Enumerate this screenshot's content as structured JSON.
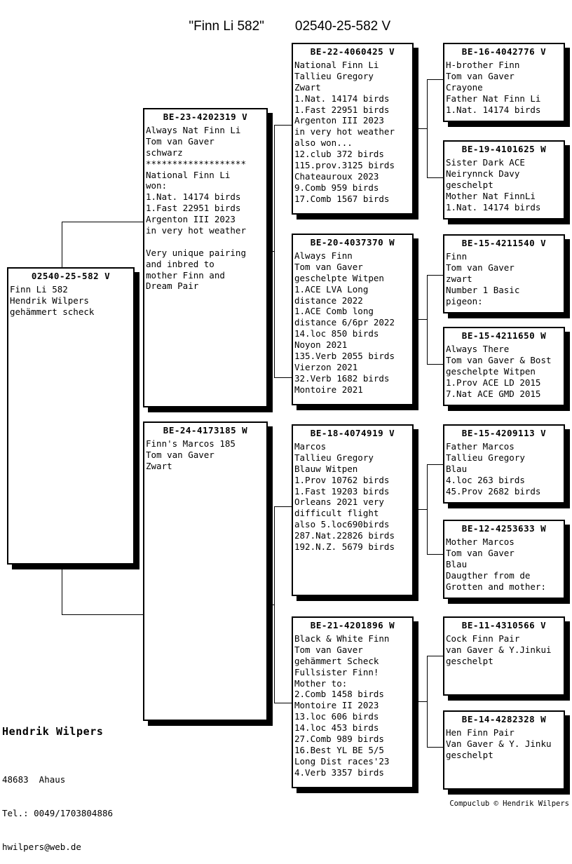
{
  "title": {
    "name": "\"Finn Li 582\"",
    "ring": "02540-25-582 V"
  },
  "footer": {
    "breeder": "Hendrik Wilpers",
    "address": "48683  Ahaus",
    "phone": "Tel.: 0049/1703804886",
    "email": "hwilpers@web.de",
    "copyright": "Compuclub © Hendrik Wilpers"
  },
  "subject": {
    "ring": "02540-25-582 V",
    "lines": [
      "Finn Li 582",
      "Hendrik Wilpers",
      "gehämmert scheck"
    ]
  },
  "gen2": [
    {
      "ring": "BE-23-4202319 V",
      "lines": [
        "Always Nat Finn Li",
        "Tom van Gaver",
        "schwarz",
        "*******************",
        "National Finn Li",
        "won:",
        "1.Nat. 14174 birds",
        "1.Fast 22951 birds",
        "Argenton III 2023",
        "in very hot weather",
        "",
        "Very unique pairing",
        "and inbred to",
        "mother Finn and",
        "Dream Pair"
      ]
    },
    {
      "ring": "BE-24-4173185 W",
      "lines": [
        "Finn's Marcos 185",
        "Tom van Gaver",
        "Zwart"
      ]
    }
  ],
  "gen3": [
    {
      "ring": "BE-22-4060425 V",
      "lines": [
        "National Finn Li",
        "Tallieu Gregory",
        "Zwart",
        "1.Nat. 14174 birds",
        "1.Fast 22951 birds",
        "Argenton III 2023",
        "in very hot weather",
        "also won...",
        "12.club 372 birds",
        "115.prov.3125 birds",
        "Chateauroux 2023",
        "9.Comb 959 birds",
        "17.Comb 1567 birds"
      ]
    },
    {
      "ring": "BE-20-4037370 W",
      "lines": [
        "Always Finn",
        "Tom van Gaver",
        "geschelpte Witpen",
        "1.ACE LVA Long",
        "distance 2022",
        "1.ACE Comb long",
        "distance 6/6pr 2022",
        "14.loc 850 birds",
        "Noyon 2021",
        "135.Verb 2055 birds",
        "Vierzon 2021",
        "32.Verb 1682 birds",
        "Montoire 2021"
      ]
    },
    {
      "ring": "BE-18-4074919 V",
      "lines": [
        "Marcos",
        "Tallieu Gregory",
        "Blauw Witpen",
        "1.Prov 10762 birds",
        "1.Fast 19203 birds",
        "Orleans 2021 very",
        "difficult flight",
        "also 5.loc690birds",
        "287.Nat.22826 birds",
        "192.N.Z. 5679 birds"
      ]
    },
    {
      "ring": "BE-21-4201896 W",
      "lines": [
        "Black & White Finn",
        "Tom van Gaver",
        "gehämmert Scheck",
        "Fullsister Finn!",
        "Mother to:",
        "2.Comb 1458 birds",
        "Montoire II 2023",
        "13.loc 606 birds",
        "14.loc 453 birds",
        "27.Comb 989 birds",
        "16.Best YL BE 5/5",
        "Long Dist races'23",
        "4.Verb 3357 birds"
      ]
    }
  ],
  "gen4": [
    {
      "ring": "BE-16-4042776 V",
      "lines": [
        "H-brother Finn",
        "Tom van Gaver",
        "Crayone",
        "Father Nat Finn Li",
        "1.Nat. 14174 birds"
      ]
    },
    {
      "ring": "BE-19-4101625 W",
      "lines": [
        "Sister Dark ACE",
        "Neirynnck Davy",
        "geschelpt",
        "Mother Nat FinnLi",
        "1.Nat. 14174 birds"
      ]
    },
    {
      "ring": "BE-15-4211540 V",
      "lines": [
        "Finn",
        "Tom van Gaver",
        "zwart",
        "Number 1 Basic",
        "pigeon:"
      ]
    },
    {
      "ring": "BE-15-4211650 W",
      "lines": [
        "Always There",
        "Tom van Gaver & Bost",
        "geschelpte Witpen",
        "1.Prov ACE LD 2015",
        "7.Nat ACE GMD 2015"
      ]
    },
    {
      "ring": "BE-15-4209113 V",
      "lines": [
        "Father Marcos",
        "Tallieu Gregory",
        "Blau",
        "4.loc 263 birds",
        "45.Prov 2682 birds"
      ]
    },
    {
      "ring": "BE-12-4253633 W",
      "lines": [
        "Mother Marcos",
        "Tom van Gaver",
        "Blau",
        "Daugther from de",
        "Grotten and mother:"
      ]
    },
    {
      "ring": "BE-11-4310566 V",
      "lines": [
        "Cock Finn Pair",
        "van Gaver & Y.Jinkui",
        "geschelpt"
      ]
    },
    {
      "ring": "BE-14-4282328 W",
      "lines": [
        "Hen Finn Pair",
        "Van Gaver & Y. Jinku",
        "geschelpt"
      ]
    }
  ]
}
